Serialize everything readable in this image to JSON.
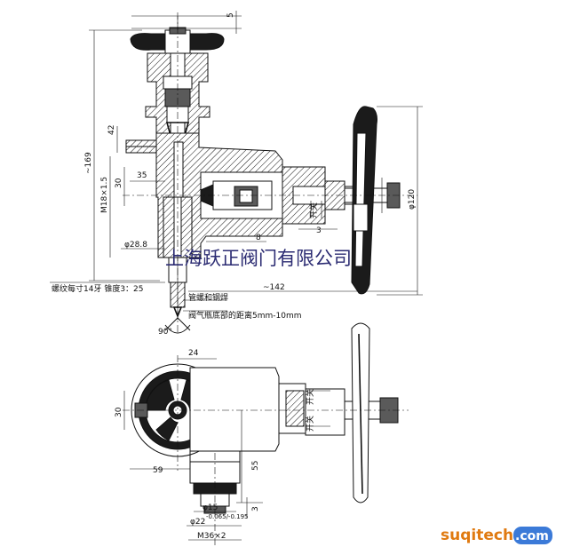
{
  "labels": {
    "dim_5": "5",
    "dim_169": "~169",
    "dim_42": "42",
    "dim_M18": "M18×1.5",
    "dim_30": "30",
    "dim_35": "35",
    "dim_phi28": "φ28.8",
    "dim_8": "8",
    "dim_3_top": "3",
    "dim_phi120": "φ120",
    "dim_142": "~142",
    "note_thread": "螺纹每寸14牙 锥度3：25",
    "note_weld": "管螺和钢焊",
    "note_distance": "阀气瓶底部的距离5mm-10mm",
    "dim_90": "90°",
    "label_open_top": "开关",
    "label_open_bottom_1": "开关",
    "label_open_bottom_2": "开关",
    "dim_24": "24",
    "dim_30_bottom": "30",
    "dim_59": "59",
    "dim_55": "55",
    "dim_phi15": "φ15",
    "dim_3_bottom": "3",
    "dim_phi22": "φ22",
    "dim_tol": "-0.065/-0.195",
    "dim_M36": "M36×2"
  },
  "watermark": {
    "text": "上海跃正阀门有限公司",
    "site": "suqitech.com",
    "site_suqi": "suqi",
    "site_tech": "tech",
    "site_com": ".com"
  },
  "colors": {
    "ink": "#111111",
    "watermark": "#2b2b72",
    "logo_orange": "#e07a10",
    "logo_blue": "#3b7ad8"
  }
}
